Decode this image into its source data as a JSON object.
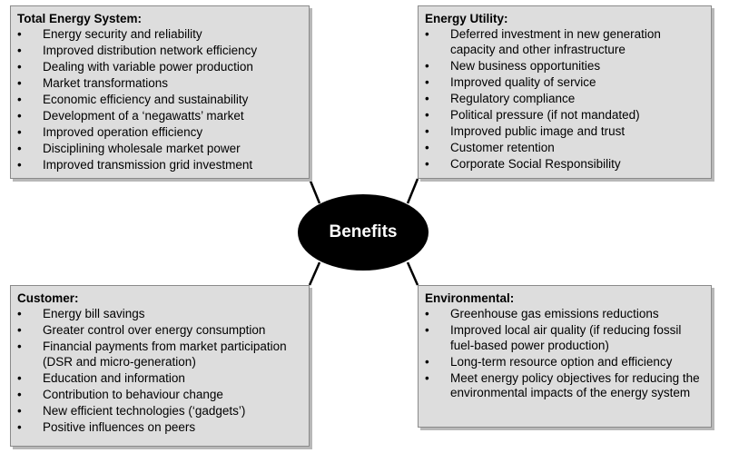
{
  "center": {
    "label": "Benefits"
  },
  "bullet_char": "•",
  "boxes": {
    "total_energy_system": {
      "title": "Total Energy System:",
      "items": [
        "Energy security and reliability",
        "Improved distribution network efficiency",
        "Dealing with variable power production",
        "Market transformations",
        "Economic efficiency and sustainability",
        "Development of a ‘negawatts’ market",
        "Improved operation efficiency",
        "Disciplining wholesale market power",
        "Improved transmission grid investment"
      ]
    },
    "energy_utility": {
      "title": "Energy Utility:",
      "items": [
        "Deferred investment in new generation capacity and other infrastructure",
        "New business opportunities",
        "Improved quality of service",
        "Regulatory compliance",
        "Political pressure (if not mandated)",
        "Improved public image and trust",
        "Customer retention",
        "Corporate Social Responsibility"
      ]
    },
    "customer": {
      "title": "Customer:",
      "items": [
        "Energy bill savings",
        "Greater control over energy consumption",
        "Financial payments from market participation (DSR and micro-generation)",
        "Education and information",
        "Contribution to behaviour change",
        "New efficient technologies (‘gadgets’)",
        "Positive influences on peers"
      ]
    },
    "environmental": {
      "title": "Environmental:",
      "items": [
        "Greenhouse gas emissions reductions",
        "Improved local air quality (if reducing fossil fuel-based power production)",
        "Long-term resource option and efficiency",
        "Meet energy policy objectives for reducing the environmental impacts of the energy system"
      ]
    }
  },
  "colors": {
    "box_fill": "#dddddd",
    "box_border": "#8a8a8a",
    "node_fill": "#000000",
    "node_text": "#ffffff",
    "connector": "#000000"
  }
}
